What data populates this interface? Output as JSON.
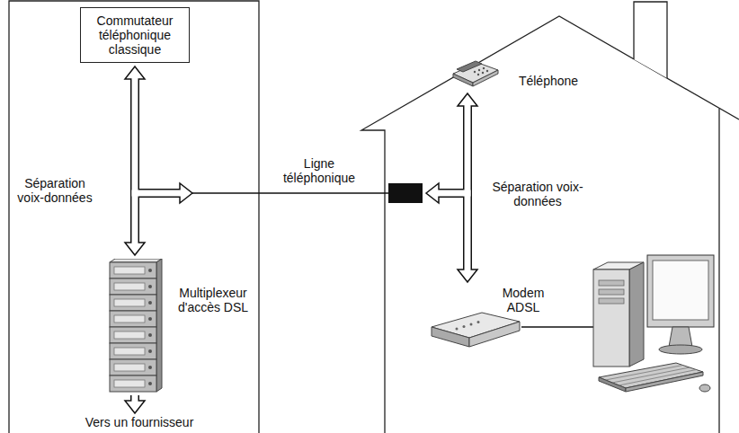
{
  "diagram": {
    "nodes": [
      {
        "text": [
          "Commutateur téléphonique classique"
        ]
      },
      {
        "text": [
          "Multiplexeur d'accès DSL"
        ]
      },
      {
        "text": [
          "Téléphone"
        ]
      },
      {
        "text": [
          "Modem ADSL"
        ]
      }
    ],
    "edges": [
      {
        "from": 0,
        "to": 1,
        "arrow": "both",
        "label": "Séparation voix-données"
      },
      {
        "from": 2,
        "to": 3,
        "arrow": "both",
        "label": "Séparation voix-données"
      }
    ],
    "labels": [
      "Ligne téléphonique",
      "Vers un fournisseur"
    ]
  }
}
